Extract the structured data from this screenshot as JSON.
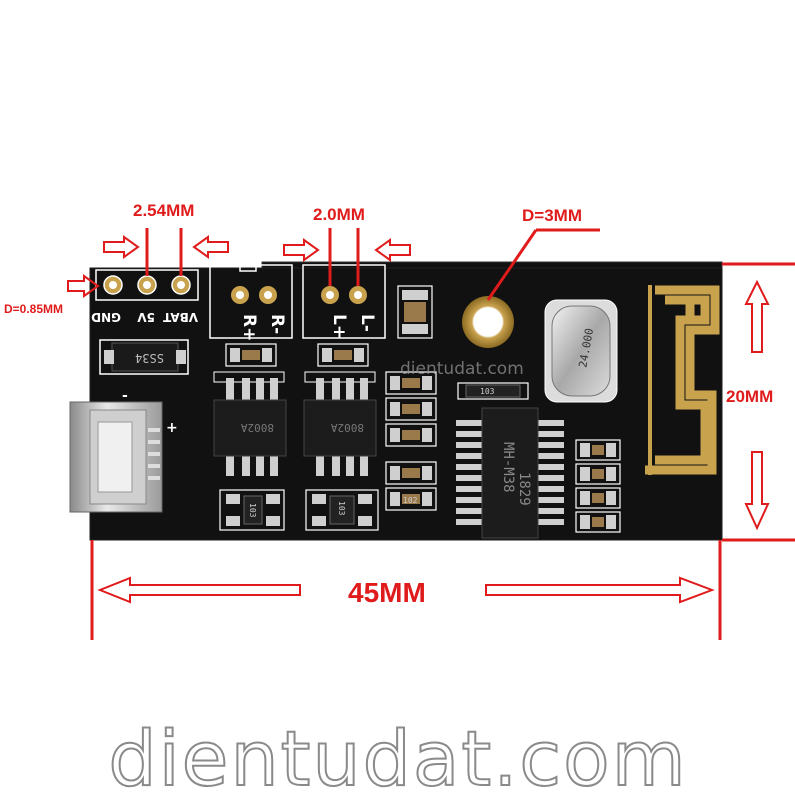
{
  "dimensions": {
    "pin_pitch_header": "2.54MM",
    "pin_pitch_speaker": "2.0MM",
    "mount_hole": "D=3MM",
    "pin_hole": "D=0.85MM",
    "board_width": "45MM",
    "board_height": "20MM"
  },
  "board": {
    "pin_labels": [
      "GND",
      "5V",
      "VBAT"
    ],
    "speaker_right_labels": [
      "R+",
      "R-"
    ],
    "speaker_left_labels": [
      "L+",
      "L-"
    ],
    "diode_label": "SS34",
    "module_chip_label": "MH-M38",
    "module_chip_code": "1829",
    "crystal_label": "24.000",
    "amp_chip_labels": [
      "8002A",
      "8002A"
    ],
    "resistor_labels": [
      "103",
      "102",
      "103",
      "103"
    ],
    "usb_plus_sign": "+",
    "usb_minus_sign": "-",
    "silk_watermark": "dientudat.com"
  },
  "watermark": {
    "text": "dientudat.com"
  },
  "colors": {
    "dimension_red": "#e01b1b",
    "pcb": "#101010",
    "silkscreen": "#ffffff",
    "antenna_gold": "#c9a24e",
    "pad_silver": "#cfcfcf"
  }
}
